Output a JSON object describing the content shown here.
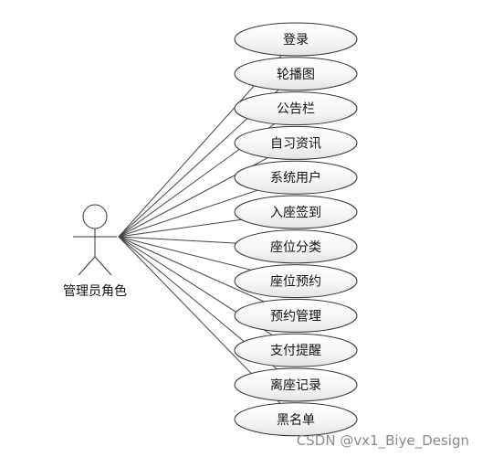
{
  "actor": {
    "label": "管理员角色"
  },
  "use_cases": [
    {
      "label": "登录"
    },
    {
      "label": "轮播图"
    },
    {
      "label": "公告栏"
    },
    {
      "label": "自习资讯"
    },
    {
      "label": "系统用户"
    },
    {
      "label": "入座签到"
    },
    {
      "label": "座位分类"
    },
    {
      "label": "座位预约"
    },
    {
      "label": "预约管理"
    },
    {
      "label": "支付提醒"
    },
    {
      "label": "离座记录"
    },
    {
      "label": "黑名单"
    }
  ],
  "watermark": "CSDN @vx1_Biye_Design"
}
